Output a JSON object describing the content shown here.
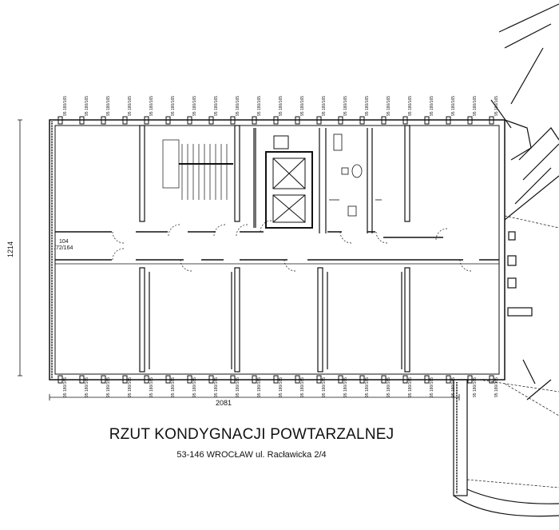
{
  "drawing": {
    "title": "RZUT KONDYGNACJI POWTARZALNEJ",
    "address": "53-146 WROCŁAW ul. Racławicka 2/4",
    "dimension_width": "2081",
    "dimension_height": "1214",
    "door_label_top": "104",
    "door_label_bottom": "/72/164",
    "window_label": "95 180/165"
  }
}
